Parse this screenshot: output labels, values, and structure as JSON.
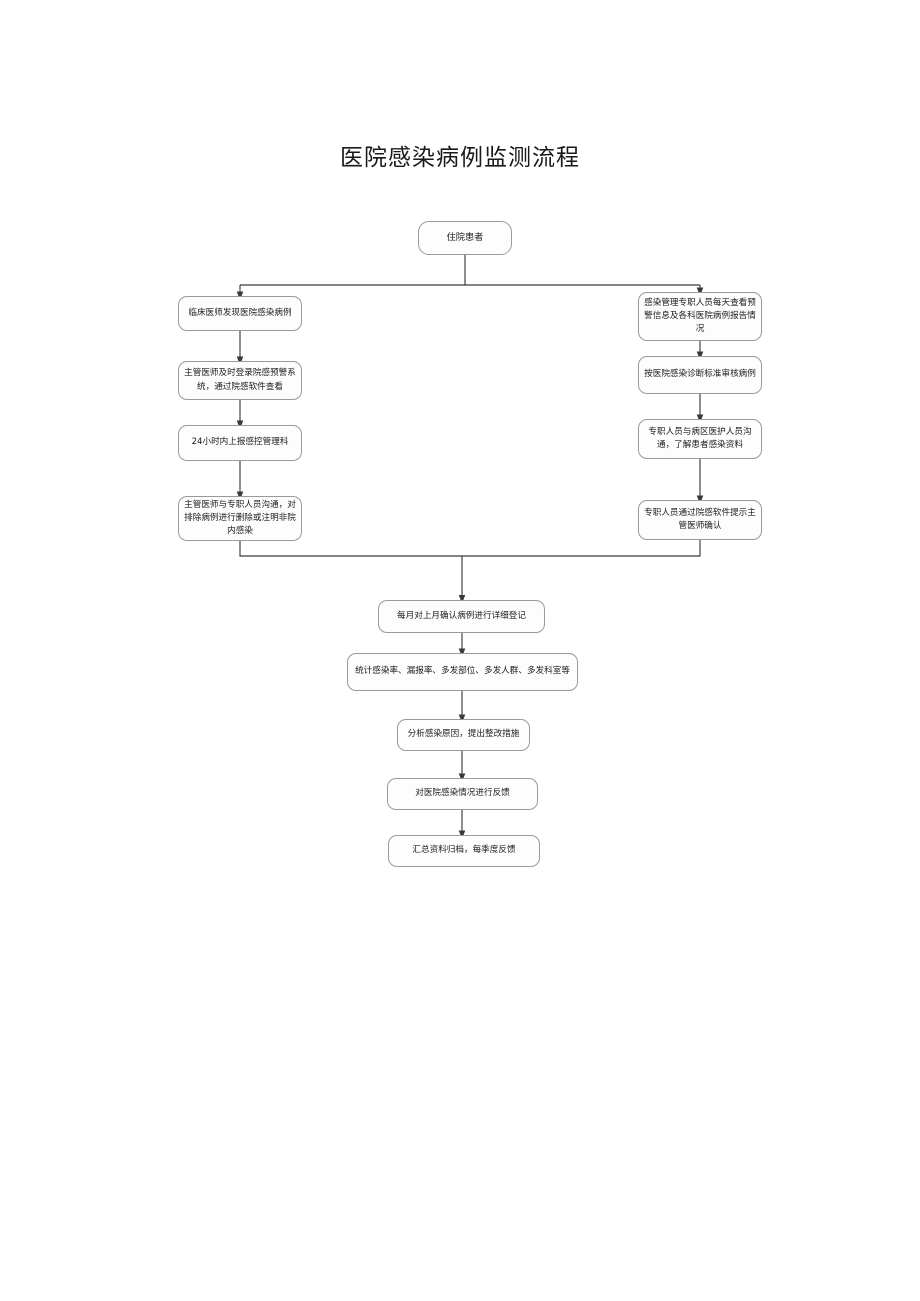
{
  "document": {
    "title": "医院感染病例监测流程",
    "language": "zh-CN"
  },
  "diagram": {
    "type": "flowchart",
    "orientation": "top-down",
    "colors": {
      "node_border": "#9a9a9a",
      "node_fill": "#fdfdfd",
      "connector": "#3a3a3a",
      "text": "#1c1c1c"
    },
    "nodes": {
      "start": {
        "id": "n0",
        "label": "住院患者",
        "shape": "rounded-rectangle"
      },
      "left": [
        {
          "id": "l1",
          "label": "临床医师发现医院感染病例",
          "shape": "rounded-rectangle"
        },
        {
          "id": "l2",
          "label": "主管医师及时登录院感预警系统，通过院感软件查看",
          "shape": "rounded-rectangle"
        },
        {
          "id": "l3",
          "label": "24小时内上报感控管理科",
          "shape": "rounded-rectangle"
        },
        {
          "id": "l4",
          "label": "主管医师与专职人员沟通，对排除病例进行删除或注明非院内感染",
          "shape": "rounded-rectangle"
        }
      ],
      "right": [
        {
          "id": "r1",
          "label": "感染管理专职人员每天查看预警信息及各科医院病例报告情况",
          "shape": "rounded-rectangle"
        },
        {
          "id": "r2",
          "label": "按医院感染诊断标准审核病例",
          "shape": "rounded-rectangle"
        },
        {
          "id": "r3",
          "label": "专职人员与病区医护人员沟通，了解患者感染资料",
          "shape": "rounded-rectangle"
        },
        {
          "id": "r4",
          "label": "专职人员通过院感软件提示主管医师确认",
          "shape": "rounded-rectangle"
        }
      ],
      "bottom": [
        {
          "id": "b1",
          "label": "每月对上月确认病例进行详细登记",
          "shape": "rounded-rectangle"
        },
        {
          "id": "b2",
          "label": "统计感染率、漏报率、多发部位、多发人群、多发科室等",
          "shape": "rounded-rectangle"
        },
        {
          "id": "b3",
          "label": "分析感染原因，提出整改措施",
          "shape": "rounded-rectangle"
        },
        {
          "id": "b4",
          "label": "对医院感染情况进行反馈",
          "shape": "rounded-rectangle"
        },
        {
          "id": "b5",
          "label": "汇总资料归档，每季度反馈",
          "shape": "rounded-rectangle"
        }
      ]
    }
  }
}
